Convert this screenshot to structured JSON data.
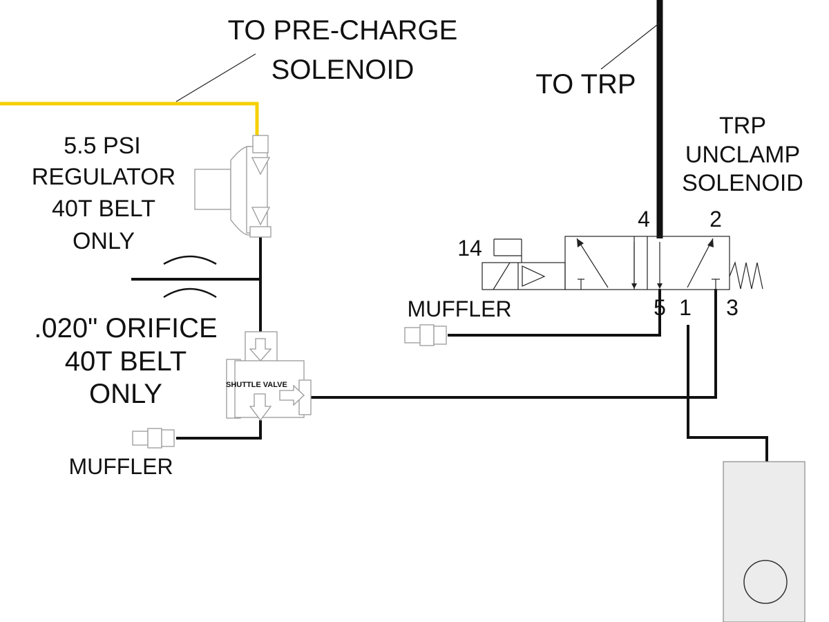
{
  "labels": {
    "precharge_line1": "TO PRE-CHARGE",
    "precharge_line2": "SOLENOID",
    "to_trp": "TO TRP",
    "trp_line1": "TRP",
    "trp_line2": "UNCLAMP",
    "trp_line3": "SOLENOID",
    "regulator_line1": "5.5 PSI",
    "regulator_line2": "REGULATOR",
    "regulator_line3": "40T BELT",
    "regulator_line4": "ONLY",
    "orifice_line1": ".020\" ORIFICE",
    "orifice_line2": "40T BELT",
    "orifice_line3": "ONLY",
    "shuttle_valve": "SHUTTLE VALVE",
    "muffler_top": "MUFFLER",
    "muffler_bottom": "MUFFLER",
    "port_4": "4",
    "port_2": "2",
    "port_14": "14",
    "port_5": "5",
    "port_1": "1",
    "port_3": "3"
  },
  "colors": {
    "pilot_line": "#f5d000",
    "air_line": "#111111",
    "component_outline": "#999999",
    "tank_fill": "#ececec"
  }
}
